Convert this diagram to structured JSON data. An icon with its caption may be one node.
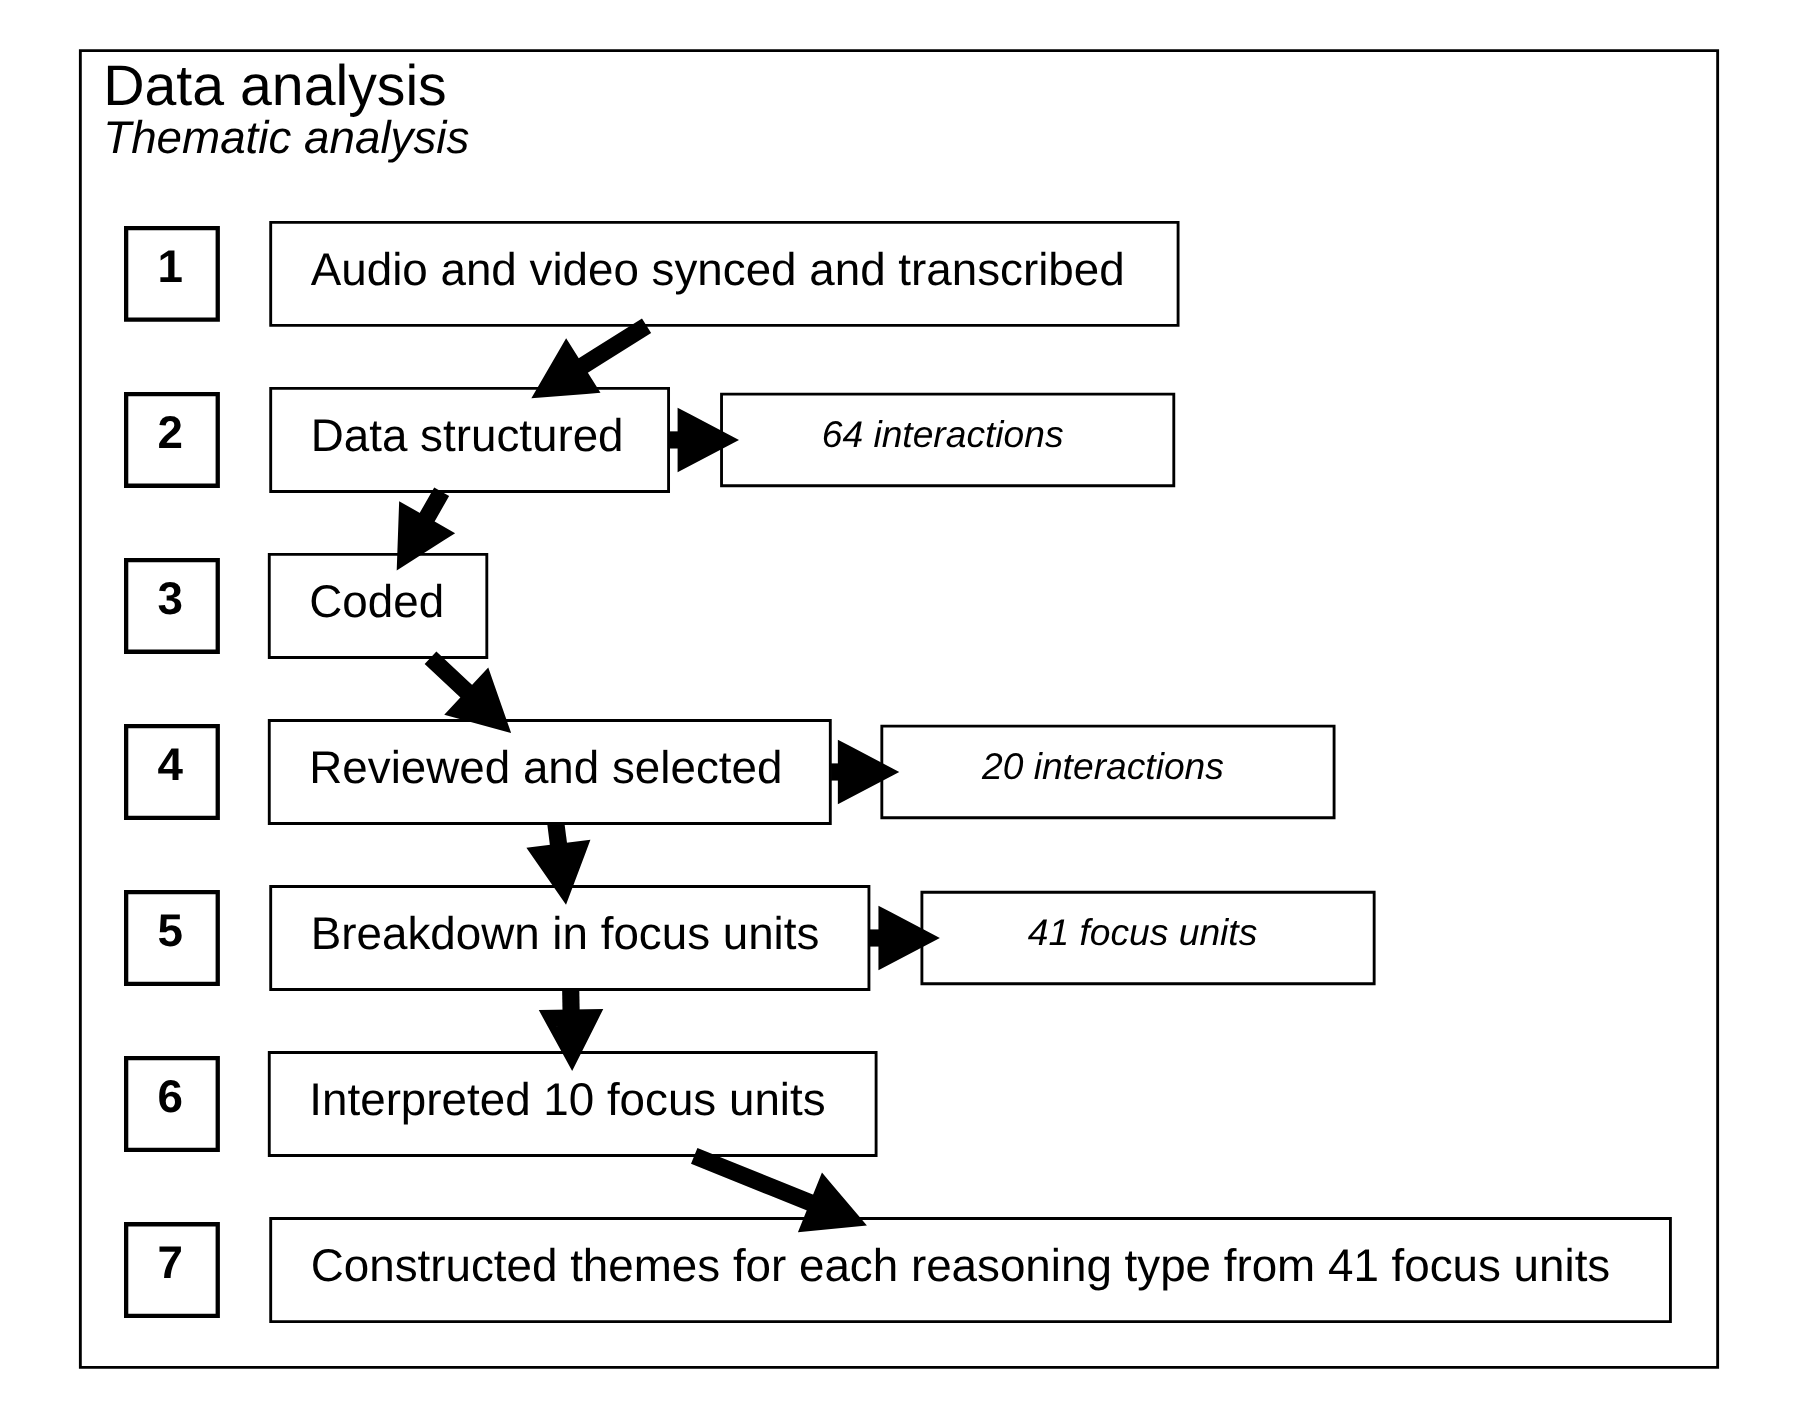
{
  "diagram": {
    "nodes": [
      {
        "text": [
          "Data analysis",
          "Thematic analysis"
        ]
      },
      {
        "text": [
          "1"
        ],
        "in": 0
      },
      {
        "text": [
          "Audio and video synced and transcribed"
        ],
        "in": 0
      },
      {
        "text": [
          "2"
        ],
        "in": 0
      },
      {
        "text": [
          "Data structured"
        ],
        "in": 0
      },
      {
        "text": [
          "64 interactions"
        ],
        "in": 0
      },
      {
        "text": [
          "3"
        ],
        "in": 0
      },
      {
        "text": [
          "Coded"
        ],
        "in": 0
      },
      {
        "text": [
          "4"
        ],
        "in": 0
      },
      {
        "text": [
          "Reviewed and selected"
        ],
        "in": 0
      },
      {
        "text": [
          "20 interactions"
        ],
        "in": 0
      },
      {
        "text": [
          "5"
        ],
        "in": 0
      },
      {
        "text": [
          "Breakdown in focus units"
        ],
        "in": 0
      },
      {
        "text": [
          "41 focus units"
        ],
        "in": 0
      },
      {
        "text": [
          "6"
        ],
        "in": 0
      },
      {
        "text": [
          "Interpreted 10 focus units"
        ],
        "in": 0
      },
      {
        "text": [
          "7"
        ],
        "in": 0
      },
      {
        "text": [
          "Constructed themes for each reasoning type from 41 focus units"
        ],
        "in": 0
      }
    ],
    "edges": [
      {
        "from": 2,
        "to": 4,
        "arrow": "to"
      },
      {
        "from": 4,
        "to": 5,
        "arrow": "to"
      },
      {
        "from": 4,
        "to": 7,
        "arrow": "to"
      },
      {
        "from": 7,
        "to": 9,
        "arrow": "to"
      },
      {
        "from": 9,
        "to": 10,
        "arrow": "to"
      },
      {
        "from": 9,
        "to": 12,
        "arrow": "to"
      },
      {
        "from": 12,
        "to": 13,
        "arrow": "to"
      },
      {
        "from": 12,
        "to": 15,
        "arrow": "to"
      },
      {
        "from": 15,
        "to": 17,
        "arrow": "to"
      }
    ]
  }
}
